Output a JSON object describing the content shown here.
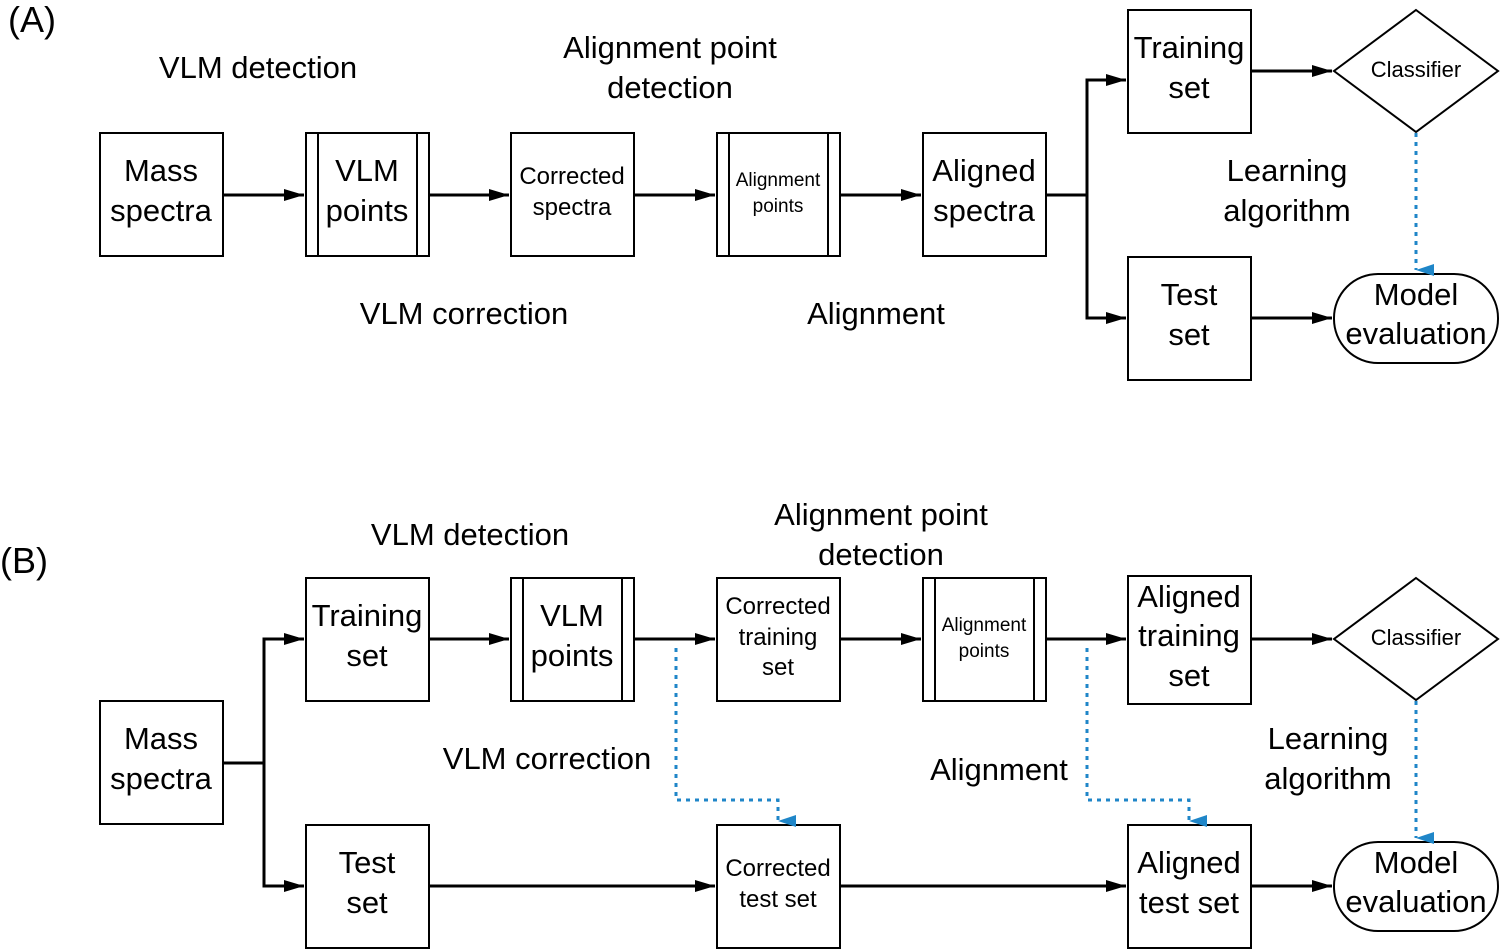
{
  "panel_a": {
    "label": "(A)",
    "step_vlm_detection": "VLM detection",
    "step_alignment_point_detection": [
      "Alignment point",
      "detection"
    ],
    "step_vlm_correction": "VLM correction",
    "step_alignment": "Alignment",
    "step_learning_algorithm": [
      "Learning",
      "algorithm"
    ],
    "box_mass_spectra": [
      "Mass",
      "spectra"
    ],
    "box_vlm_points": [
      "VLM",
      "points"
    ],
    "box_corrected_spectra": [
      "Corrected",
      "spectra"
    ],
    "box_alignment_points": [
      "Alignment",
      "points"
    ],
    "box_aligned_spectra": [
      "Aligned",
      "spectra"
    ],
    "box_training_set": [
      "Training",
      "set"
    ],
    "box_test_set": [
      "Test",
      "set"
    ],
    "node_classifier": "Classifier",
    "node_model_evaluation": [
      "Model",
      "evaluation"
    ]
  },
  "panel_b": {
    "label": "(B)",
    "step_vlm_detection": "VLM detection",
    "step_alignment_point_detection": [
      "Alignment point",
      "detection"
    ],
    "step_vlm_correction": "VLM correction",
    "step_alignment": "Alignment",
    "step_learning_algorithm": [
      "Learning",
      "algorithm"
    ],
    "box_mass_spectra": [
      "Mass",
      "spectra"
    ],
    "box_training_set": [
      "Training",
      "set"
    ],
    "box_test_set": [
      "Test",
      "set"
    ],
    "box_vlm_points": [
      "VLM",
      "points"
    ],
    "box_corrected_training_set": [
      "Corrected",
      "training",
      "set"
    ],
    "box_corrected_test_set": [
      "Corrected",
      "test set"
    ],
    "box_alignment_points": [
      "Alignment",
      "points"
    ],
    "box_aligned_training_set": [
      "Aligned",
      "training",
      "set"
    ],
    "box_aligned_test_set": [
      "Aligned",
      "test set"
    ],
    "node_classifier": "Classifier",
    "node_model_evaluation": [
      "Model",
      "evaluation"
    ]
  },
  "colors": {
    "solid_arrow": "#000000",
    "dotted_arrow": "#1f86c8"
  }
}
